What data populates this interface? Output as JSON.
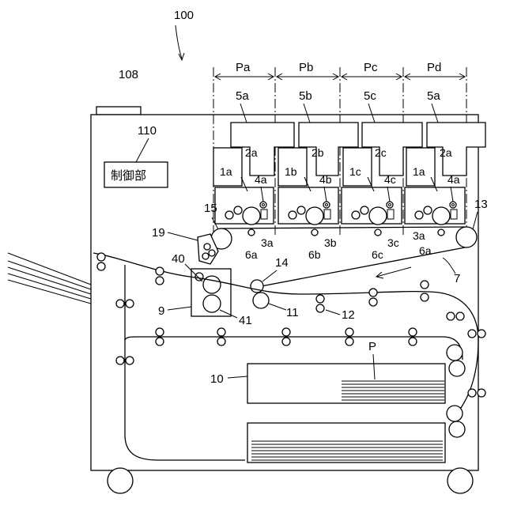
{
  "apparatus_label": "100",
  "top_part_label": "108",
  "controller": {
    "ref": "110",
    "text": "制御部"
  },
  "stations": [
    {
      "span_label": "Pa",
      "unit_label": "5a",
      "laser_label": "2a",
      "cartridge_label": "1a",
      "charger_label": "4a",
      "drum_label": "3a",
      "roller_label": "6a"
    },
    {
      "span_label": "Pb",
      "unit_label": "5b",
      "laser_label": "2b",
      "cartridge_label": "1b",
      "charger_label": "4b",
      "drum_label": "3b",
      "roller_label": "6b"
    },
    {
      "span_label": "Pc",
      "unit_label": "5c",
      "laser_label": "2c",
      "cartridge_label": "1c",
      "charger_label": "4c",
      "drum_label": "3c",
      "roller_label": "6c"
    },
    {
      "span_label": "Pd",
      "unit_label": "5a",
      "laser_label": "2a",
      "cartridge_label": "1a",
      "charger_label": "4a",
      "drum_label": "3a",
      "roller_label": "6a"
    }
  ],
  "belt_label": "7",
  "fixing": {
    "unit_label": "9",
    "upper_roller_label": "40",
    "lower_roller_label": "41"
  },
  "cassette_label": "10",
  "secondary_roller_label": "11",
  "registration_label": "12",
  "drive_roller_label": "13",
  "idler_roller_label": "14",
  "tension_roller_label": "15",
  "cleaner_label": "19",
  "paper_label": "P"
}
